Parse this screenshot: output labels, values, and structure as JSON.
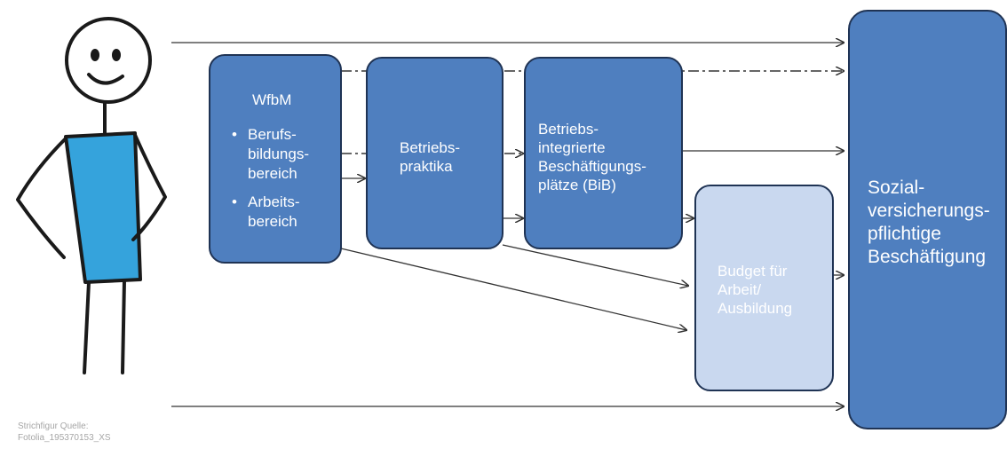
{
  "wfbm": {
    "title": "WfbM",
    "bullets": [
      {
        "label": "Berufs-\nbildungs-\nbereich"
      },
      {
        "label": "Arbeits-\nbereich"
      }
    ]
  },
  "praktika": {
    "label": "Betriebs-\npraktika"
  },
  "bib": {
    "label": "Betriebs-\nintegrierte\nBeschäftigungs-\nplätze (BiB)"
  },
  "budget": {
    "label": "Budget für\nArbeit/\nAusbildung"
  },
  "sv": {
    "label": "Sozial-\nversicherungs-\npflichtige\nBeschäftigung"
  },
  "caption": "Strichfigur Quelle:\nFotolia_195370153_XS",
  "colors": {
    "box_fill": "#4f7fbf",
    "box_border": "#1f3354",
    "light_fill": "#c9d8ef",
    "shirt": "#35a3dc",
    "line": "#333333"
  },
  "icons": {
    "figure": "stick-figure-icon"
  }
}
